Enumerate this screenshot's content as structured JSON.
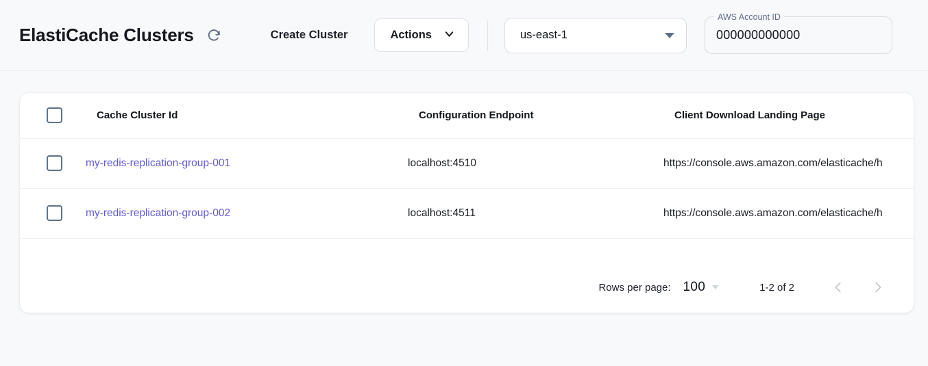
{
  "header": {
    "title": "ElastiCache Clusters",
    "refresh_icon": "refresh-icon",
    "create_button": "Create Cluster",
    "actions_button": "Actions",
    "actions_caret_icon": "chevron-down-icon",
    "region": {
      "selected": "us-east-1",
      "caret_icon": "caret-down-icon"
    },
    "account": {
      "label": "AWS Account ID",
      "value": "000000000000"
    }
  },
  "table": {
    "columns": [
      "Cache Cluster Id",
      "Configuration Endpoint",
      "Client Download Landing Page"
    ],
    "rows": [
      {
        "cluster_id": "my-redis-replication-group-001",
        "endpoint": "localhost:4510",
        "landing_page": "https://console.aws.amazon.com/elasticache/h"
      },
      {
        "cluster_id": "my-redis-replication-group-002",
        "endpoint": "localhost:4511",
        "landing_page": "https://console.aws.amazon.com/elasticache/h"
      }
    ]
  },
  "pagination": {
    "rows_per_page_label": "Rows per page:",
    "rows_per_page_value": "100",
    "range": "1-2 of 2",
    "prev_icon": "chevron-left-icon",
    "next_icon": "chevron-right-icon"
  },
  "colors": {
    "page_background": "#f8f9fb",
    "link": "#6159d6",
    "text": "#15181e",
    "muted": "#5f6f85",
    "border": "#d6dae1"
  }
}
